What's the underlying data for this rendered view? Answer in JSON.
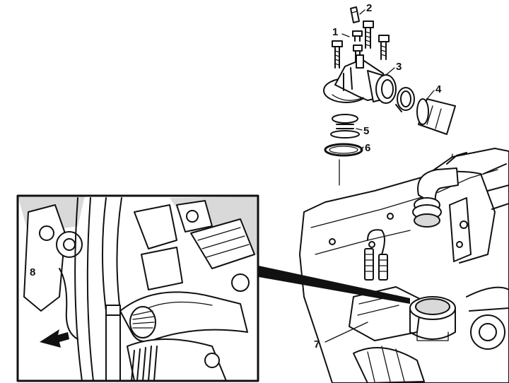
{
  "callouts": {
    "c1": "1",
    "c2": "2",
    "c3": "3",
    "c4": "4",
    "c5": "5",
    "c6": "6",
    "c7": "7",
    "c8": "8"
  },
  "colors": {
    "ink": "#111111",
    "paper": "#ffffff",
    "shade": "#d9d9d9"
  }
}
